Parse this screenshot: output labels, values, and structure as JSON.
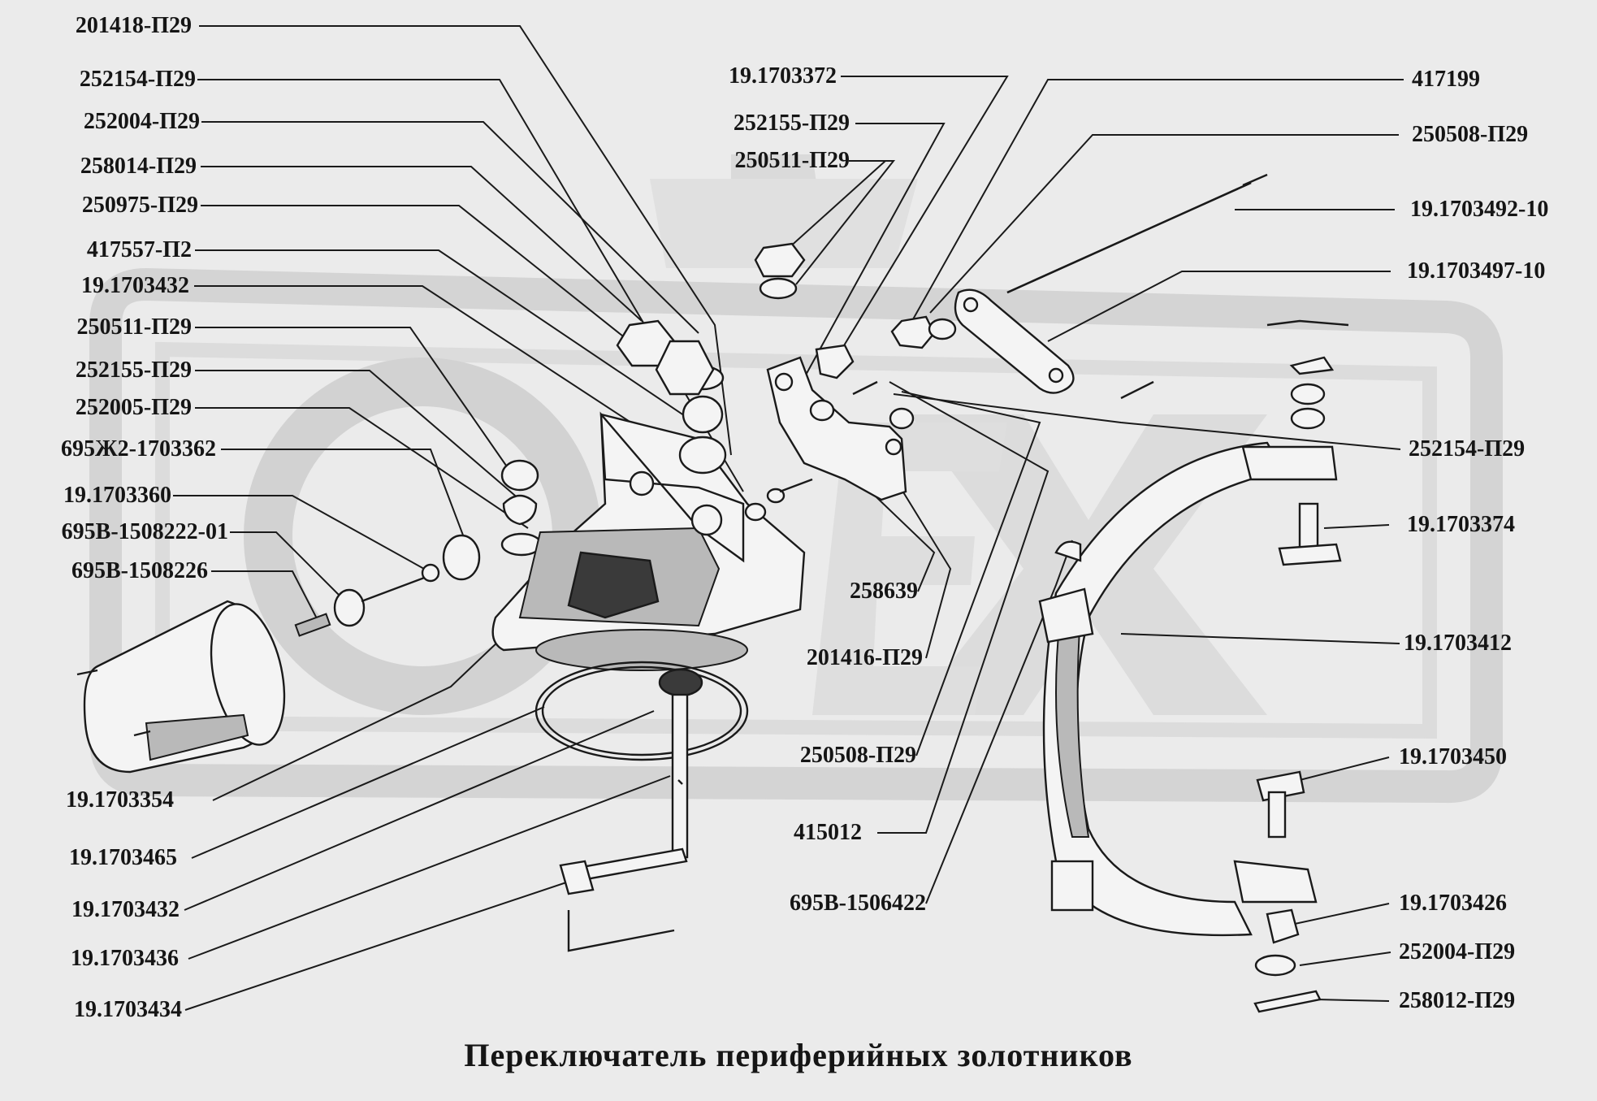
{
  "title": "Переключатель периферийных золотников",
  "labels_left": [
    "201418-П29",
    "252154-П29",
    "252004-П29",
    "258014-П29",
    "250975-П29",
    "417557-П2",
    "19.1703432",
    "250511-П29",
    "252155-П29",
    "252005-П29",
    "695Ж2-1703362",
    "19.1703360",
    "695В-1508222-01",
    "695В-1508226",
    "19.1703354",
    "19.1703465",
    "19.1703432",
    "19.1703436",
    "19.1703434"
  ],
  "labels_center": [
    "19.1703372",
    "252155-П29",
    "250511-П29",
    "258639",
    "201416-П29",
    "250508-П29",
    "415012",
    "695В-1506422"
  ],
  "labels_right": [
    "417199",
    "250508-П29",
    "19.1703492-10",
    "19.1703497-10",
    "252154-П29",
    "19.1703374",
    "19.1703412",
    "19.1703450",
    "19.1703426",
    "252004-П29",
    "258012-П29"
  ],
  "colors": {
    "ink": "#151515",
    "paper": "#ebebeb",
    "watermark": "#d6d6d6"
  }
}
